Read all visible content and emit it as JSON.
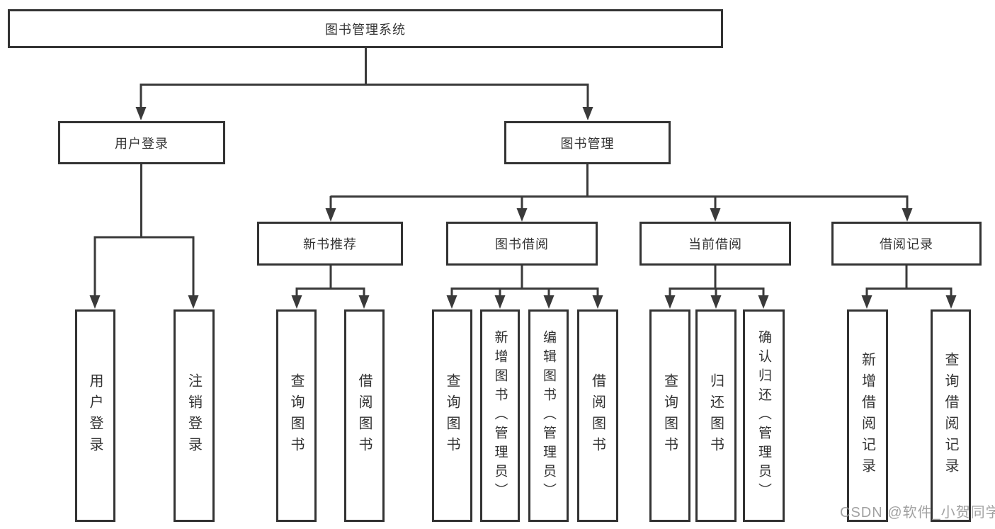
{
  "diagram": {
    "root": {
      "label": "图书管理系统"
    },
    "branches": {
      "user_login": {
        "label": "用户登录"
      },
      "book_management": {
        "label": "图书管理"
      }
    },
    "modules": {
      "new_book_recommend": {
        "label": "新书推荐"
      },
      "book_borrow": {
        "label": "图书借阅"
      },
      "current_borrow": {
        "label": "当前借阅"
      },
      "borrow_record": {
        "label": "借阅记录"
      }
    },
    "leaves": {
      "user_login": [
        "用户登录",
        "注销登录"
      ],
      "new_book_recommend": [
        "查询图书",
        "借阅图书"
      ],
      "book_borrow": [
        "查询图书",
        "新增图书（管理员）",
        "编辑图书（管理员）",
        "借阅图书"
      ],
      "current_borrow": [
        "查询图书",
        "归还图书",
        "确认归还（管理员）"
      ],
      "borrow_record": [
        "新增借阅记录",
        "查询借阅记录"
      ]
    }
  },
  "watermark": {
    "text": "CSDN @软件_小贺同学"
  },
  "colors": {
    "line": "#3a3a3a",
    "border": "#333333",
    "text": "#333333",
    "watermark": "#949494"
  }
}
